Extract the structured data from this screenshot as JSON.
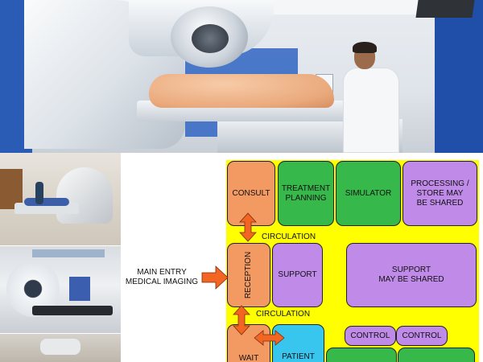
{
  "diagram": {
    "rooms": {
      "consult": "CONSULT",
      "treatment_planning": "TREATMENT\nPLANNING",
      "simulator": "SIMULATOR",
      "processing": "PROCESSING /\nSTORE MAY\nBE SHARED",
      "reception": "RECEPTION",
      "support": "SUPPORT",
      "support_shared": "SUPPORT\nMAY BE SHARED",
      "wait": "WAIT",
      "patient": "PATIENT",
      "control_1": "CONTROL",
      "control_2": "CONTROL"
    },
    "labels": {
      "circulation_upper": "CIRCULATION",
      "circulation_lower": "CIRCULATION",
      "main_entry": "MAIN ENTRY\nMEDICAL IMAGING"
    },
    "colors": {
      "background": "#ffff00",
      "consult_reception": "#f39a62",
      "treatment_areas": "#36b84a",
      "support_areas": "#c08be8",
      "patient_area": "#39c6ee",
      "arrow": "#f26522"
    }
  }
}
